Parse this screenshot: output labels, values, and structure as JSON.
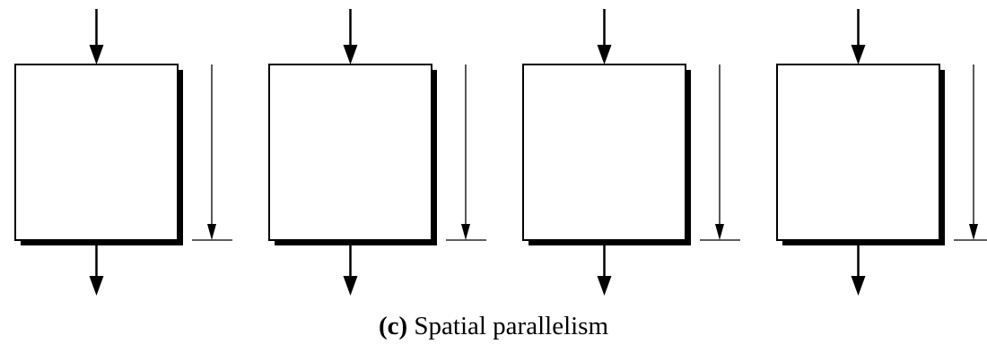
{
  "figure": {
    "caption_label": "(c)",
    "caption_text": "Spatial parallelism",
    "unit_count": 4
  },
  "colors": {
    "stroke": "#000000",
    "box_fill": "#ffffff",
    "shadow": "#000000",
    "background": "#ffffff"
  }
}
